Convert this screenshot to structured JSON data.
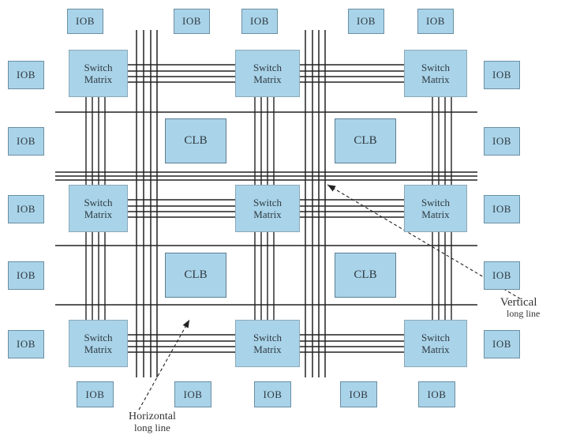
{
  "diagram": {
    "iob_label": "IOB",
    "clb_label": "CLB",
    "switch_matrix_label": "Switch\nMatrix",
    "vertical_long_line_label": [
      "Vertical",
      "long line"
    ],
    "horizontal_long_line_label": [
      "Horizontal",
      "long line"
    ]
  },
  "colors": {
    "block_fill": "#a9d3e8",
    "block_border": "#6a8fa3",
    "wire": "#222222",
    "text": "#2f3a42"
  }
}
